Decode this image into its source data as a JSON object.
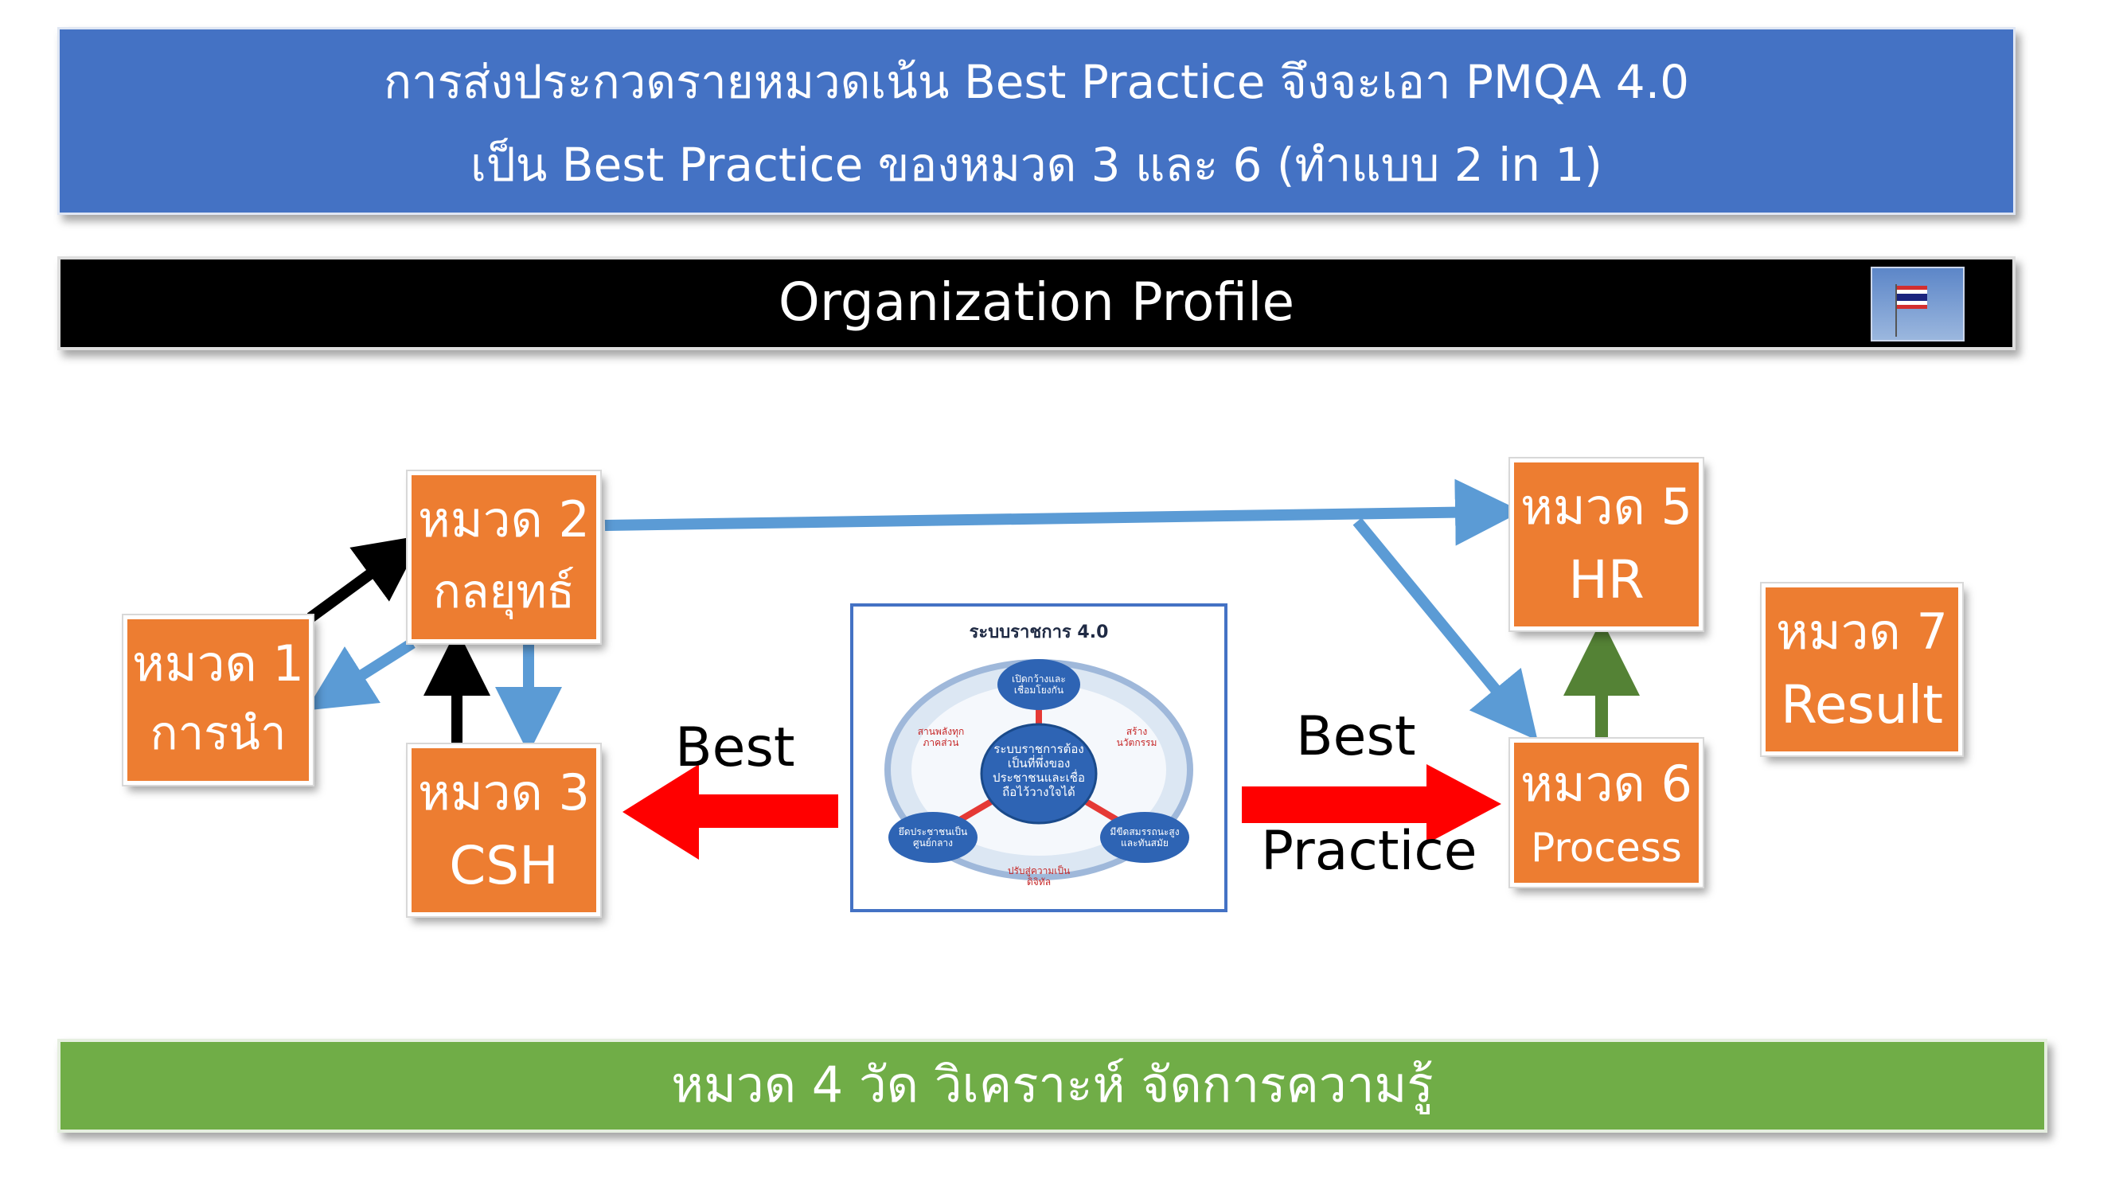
{
  "banner": {
    "line1": "การส่งประกวดรายหมวดเน้น Best Practice จึงจะเอา PMQA 4.0",
    "line2": "เป็น Best Practice ของหมวด 3 และ 6  (ทำแบบ 2 in 1)"
  },
  "org_profile": "Organization Profile",
  "categories": {
    "c1": {
      "line1": "หมวด 1",
      "line2": "การนำ"
    },
    "c2": {
      "line1": "หมวด 2",
      "line2": "กลยุทธ์"
    },
    "c3": {
      "line1": "หมวด 3",
      "line2": "CSH"
    },
    "c5": {
      "line1": "หมวด 5",
      "line2": "HR"
    },
    "c6": {
      "line1": "หมวด 6",
      "line2": "Process"
    },
    "c7": {
      "line1": "หมวด 7",
      "line2": "Result"
    }
  },
  "labels": {
    "best_left": "Best",
    "best_right": "Best",
    "practice_right": "Practice"
  },
  "center_figure": {
    "title": "ระบบราชการ 4.0",
    "core": "ระบบราชการต้องเป็นที่พึ่งของประชาชนและเชื่อถือไว้วางใจได้",
    "nodes": [
      "เปิดกว้างและเชื่อมโยงกัน",
      "ยึดประชาชนเป็นศูนย์กลาง",
      "มีขีดสมรรถนะสูงและทันสมัย"
    ],
    "ring_labels": [
      "สานพลังทุกภาคส่วน",
      "สร้างนวัตกรรม",
      "ปรับสู่ความเป็นดิจิทัล"
    ]
  },
  "bottom_bar": "หมวด 4 วัด วิเคราะห์ จัดการความรู้",
  "colors": {
    "banner": "#4472c4",
    "org_bar": "#000000",
    "category_box": "#ed7d31",
    "bottom_bar": "#70ad47",
    "arrow_blue": "#5b9bd5",
    "arrow_black": "#000000",
    "arrow_red": "#ff0000",
    "arrow_green": "#548235"
  },
  "icons": [
    "thai-flag-icon"
  ]
}
